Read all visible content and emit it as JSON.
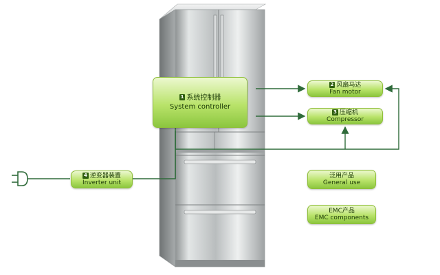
{
  "diagram": {
    "controller": {
      "num": "1",
      "cn": "系统控制器",
      "en": "System controller"
    },
    "fan_motor": {
      "num": "2",
      "cn": "风扇马达",
      "en": "Fan motor"
    },
    "compressor": {
      "num": "3",
      "cn": "压缩机",
      "en": "Compressor"
    },
    "inverter": {
      "num": "4",
      "cn": "逆变器装置",
      "en": "Inverter unit"
    },
    "general_use": {
      "cn": "泛用产品",
      "en": "General use"
    },
    "emc": {
      "cn": "EMC产品",
      "en": "EMC components"
    }
  },
  "colors": {
    "box_light": "#ecf8cf",
    "box_dark": "#8cc63f",
    "line": "#2f6b3a"
  },
  "icons": [
    "refrigerator-illustration",
    "power-plug-icon"
  ]
}
